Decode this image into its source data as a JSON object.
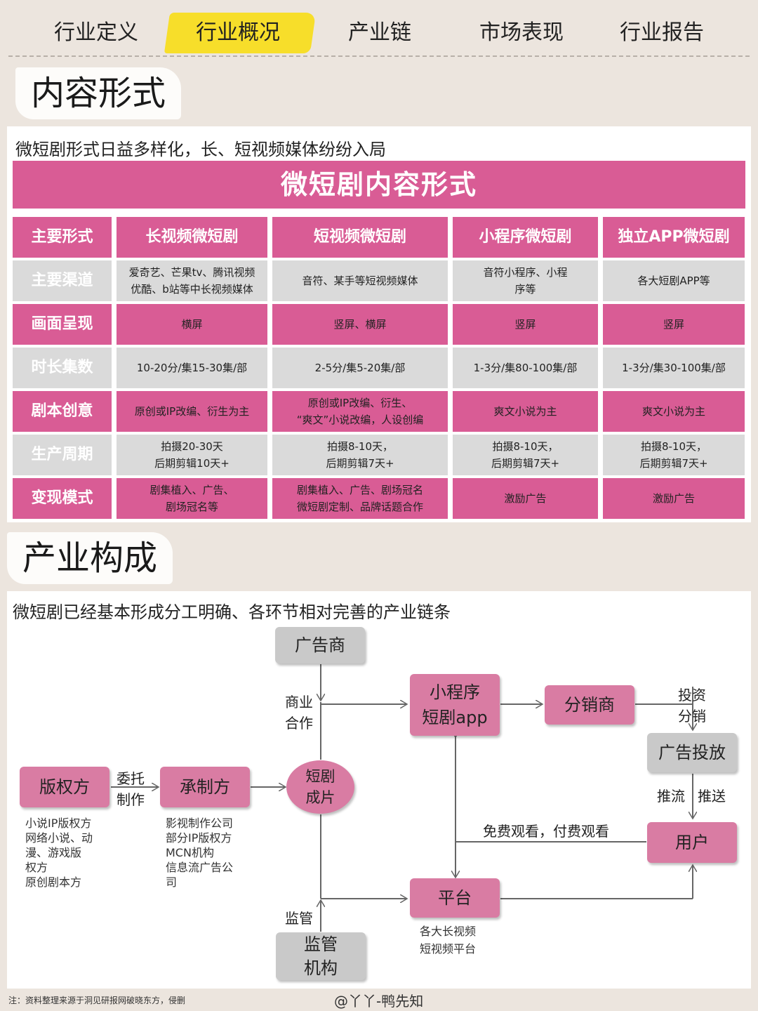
{
  "tabs": [
    "行业定义",
    "行业概况",
    "产业链",
    "市场表现",
    "行业报告"
  ],
  "section1": {
    "title": "内容形式",
    "subtitle": "微短剧形式日益多样化，长、短视频媒体纷纷入局",
    "table_title": "微短剧内容形式",
    "columns": [
      "主要形式",
      "长视频微短剧",
      "短视频微短剧",
      "小程序微短剧",
      "独立APP微短剧"
    ],
    "rows": [
      {
        "label": "主要渠道",
        "cells": [
          "爱奇艺、芒果tv、腾讯视频\n优酷、b站等中长视频媒体",
          "音符、某手等短视频媒体",
          "音符小程序、小程\n序等",
          "各大短剧APP等"
        ]
      },
      {
        "label": "画面呈现",
        "cells": [
          "横屏",
          "竖屏、横屏",
          "竖屏",
          "竖屏"
        ]
      },
      {
        "label": "时长集数",
        "cells": [
          "10-20分/集15-30集/部",
          "2-5分/集5-20集/部",
          "1-3分/集80-100集/部",
          "1-3分/集30-100集/部"
        ]
      },
      {
        "label": "剧本创意",
        "cells": [
          "原创或IP改编、衍生为主",
          "原创或IP改编、衍生、\n“爽文”小说改编，人设创编",
          "爽文小说为主",
          "爽文小说为主"
        ]
      },
      {
        "label": "生产周期",
        "cells": [
          "拍摄20-30天\n后期剪辑10天+",
          "拍摄8-10天，\n后期剪辑7天+",
          "拍摄8-10天，\n后期剪辑7天+",
          "拍摄8-10天，\n后期剪辑7天+"
        ]
      },
      {
        "label": "变现模式",
        "cells": [
          "剧集植入、广告、\n剧场冠名等",
          "剧集植入、广告、剧场冠名\n微短剧定制、品牌话题合作",
          "激励广告",
          "激励广告"
        ]
      }
    ]
  },
  "section2": {
    "title": "产业构成",
    "subtitle": "微短剧已经基本形成分工明确、各环节相对完善的产业链条",
    "nodes": {
      "advertiser": "广告商",
      "miniapp": "小程序\n短剧app",
      "distributor": "分销商",
      "ad_placement": "广告投放",
      "user": "用户",
      "copyright": "版权方",
      "producer": "承制方",
      "finished": "短剧\n成片",
      "platform": "平台",
      "regulator": "监管\n机构"
    },
    "edge_labels": {
      "business": "商业\n合作",
      "commission": "委托\n制作",
      "invest": "投资\n分销",
      "traffic": "推流",
      "push": "推送",
      "watch": "免费观看，付费观看",
      "supervise": "监管"
    },
    "notes": {
      "copyright": "小说IP版权方\n网络小说、动\n漫、游戏版\n权方\n原创剧本方",
      "producer": "影视制作公司\n部分IP版权方\nMCN机构\n信息流广告公\n司",
      "platform": "各大长视频\n短视频平台"
    }
  },
  "footer": {
    "note": "注：资料整理来源于洞见研报网破晓东方，侵删",
    "handle": "@丫丫-鸭先知"
  },
  "colors": {
    "pink": "#d95c95",
    "node_pink": "#d97ca3",
    "gray": "#dadada",
    "highlight": "#f7de2a"
  }
}
